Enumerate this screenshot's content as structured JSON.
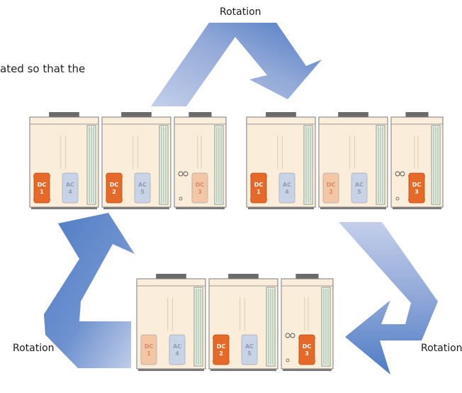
{
  "caption": "ated so that the",
  "rotation_labels": {
    "top": "Rotation",
    "left": "Rotation",
    "right": "Rotation"
  },
  "colors": {
    "arrow_dark": "#4e7cc4",
    "arrow_light": "#b9c6e6",
    "unit_fill": "#faedd9",
    "unit_outline": "#7a7a7a",
    "active_compressor": "#e56a2a",
    "inactive_ac": "#c9d3e6",
    "faded_dc": "#f3c6a6"
  },
  "groups": [
    {
      "id": "upper-left",
      "units": [
        {
          "compressors": [
            {
              "type": "DC",
              "num": "1",
              "state": "active"
            },
            {
              "type": "AC",
              "num": "4",
              "state": "inactive"
            }
          ]
        },
        {
          "compressors": [
            {
              "type": "DC",
              "num": "2",
              "state": "active"
            },
            {
              "type": "AC",
              "num": "5",
              "state": "inactive"
            }
          ]
        },
        {
          "compressors": [
            {
              "type": "DC",
              "num": "3",
              "state": "faded"
            }
          ]
        }
      ]
    },
    {
      "id": "upper-right",
      "units": [
        {
          "compressors": [
            {
              "type": "DC",
              "num": "1",
              "state": "active"
            },
            {
              "type": "AC",
              "num": "4",
              "state": "inactive"
            }
          ]
        },
        {
          "compressors": [
            {
              "type": "DC",
              "num": "2",
              "state": "faded"
            },
            {
              "type": "AC",
              "num": "5",
              "state": "inactive"
            }
          ]
        },
        {
          "compressors": [
            {
              "type": "DC",
              "num": "3",
              "state": "active"
            }
          ]
        }
      ]
    },
    {
      "id": "bottom",
      "units": [
        {
          "compressors": [
            {
              "type": "DC",
              "num": "1",
              "state": "faded"
            },
            {
              "type": "AC",
              "num": "4",
              "state": "inactive"
            }
          ]
        },
        {
          "compressors": [
            {
              "type": "DC",
              "num": "2",
              "state": "active"
            },
            {
              "type": "AC",
              "num": "5",
              "state": "inactive"
            }
          ]
        },
        {
          "compressors": [
            {
              "type": "DC",
              "num": "3",
              "state": "active"
            }
          ]
        }
      ]
    }
  ]
}
